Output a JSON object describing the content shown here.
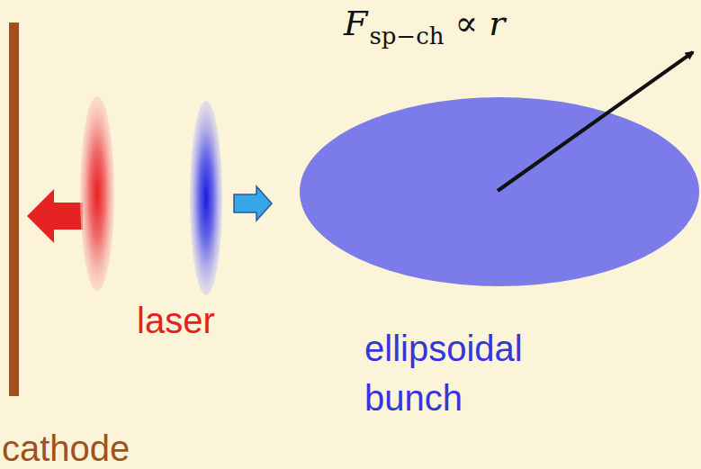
{
  "diagram": {
    "labels": [
      "F",
      "sp−ch",
      "∝ r",
      "laser",
      "ellipsoidal bunch",
      "cathode"
    ]
  }
}
